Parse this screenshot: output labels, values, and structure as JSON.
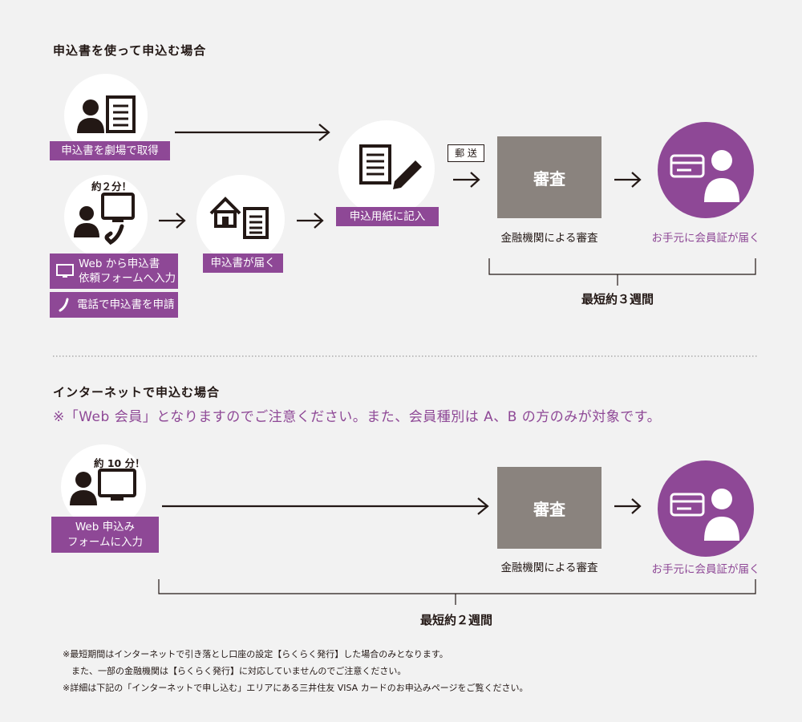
{
  "section1": {
    "title": "申込書を使って申込む場合",
    "step_theater": "申込書を劇場で取得",
    "time_badge": "約２分！",
    "web_request": [
      "Web から申込書",
      "依頼フォームへ入力"
    ],
    "phone_request": "電話で申込書を申請",
    "form_arrives": "申込書が届く",
    "fill_form": "申込用紙に記入",
    "mail": "郵 送",
    "review": "審査",
    "review_caption": "金融機関による審査",
    "card_caption": "お手元に会員証が届く",
    "duration": "最短約３週間"
  },
  "section2": {
    "title": "インターネットで申込む場合",
    "notice": "※「Web 会員」となりますのでご注意ください。また、会員種別は A、B の方のみが対象です。",
    "time_badge": "約 10 分！",
    "web_form": [
      "Web 申込み",
      "フォームに入力"
    ],
    "review": "審査",
    "review_caption": "金融機関による審査",
    "card_caption": "お手元に会員証が届く",
    "duration": "最短約２週間"
  },
  "notes": [
    "※最短期間はインターネットで引き落とし口座の設定【らくらく発行】した場合のみとなります。",
    "　また、一部の金融機関は【らくらく発行】に対応していませんのでご注意ください。",
    "※詳細は下記の「インターネットで申し込む」エリアにある三井住友 VISA カードのお申込みページをご覧ください。"
  ],
  "colors": {
    "accent": "#8e4896",
    "review_box": "#8a837e",
    "background": "#f2f2f2",
    "text": "#231815"
  }
}
